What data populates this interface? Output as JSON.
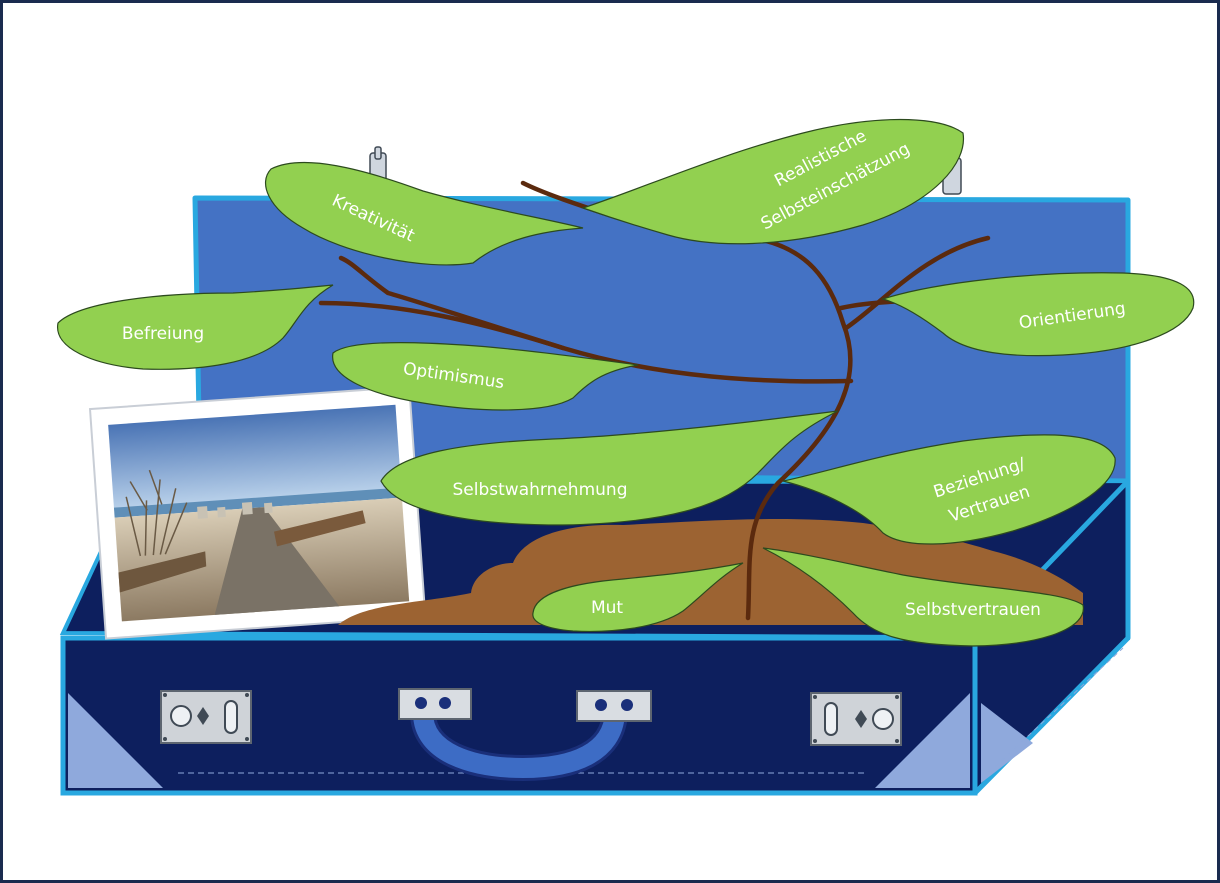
{
  "leaves": {
    "kreativitaet": "Kreativität",
    "realistisch_line1": "Realistische",
    "realistisch_line2": "Selbsteinschätzung",
    "befreiung": "Befreiung",
    "orientierung": "Orientierung",
    "optimismus": "Optimismus",
    "selbstwahrnehmung": "Selbstwahrnehmung",
    "beziehung_line1": "Beziehung/",
    "beziehung_line2": "Vertrauen",
    "mut": "Mut",
    "selbstvertrauen": "Selbstvertrauen"
  },
  "colors": {
    "frame_border": "#1a2b4f",
    "suitcase_body": "#0d1f5e",
    "suitcase_lid": "#4472c4",
    "suitcase_trim": "#29a8e0",
    "handle": "#3d6cc5",
    "leaf_fill": "#92d050",
    "leaf_stroke": "#2c4a1e",
    "branch": "#5b2a0e",
    "soil": "#9c6332"
  }
}
